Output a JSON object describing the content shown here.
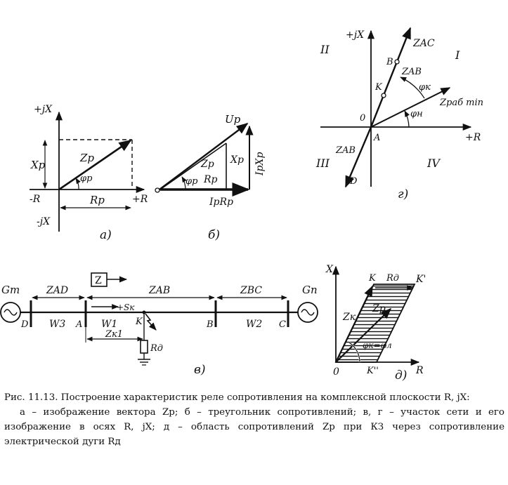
{
  "caption": {
    "line1": "Рис. 11.13. Построение характеристик реле сопротивления на комплексной плоскости R, jX:",
    "line2": "а – изображение вектора Zр; б – треугольник сопротивлений; в, г – участок сети и его изображение в осях R, jX; д – область сопротивлений Zр при КЗ через сопротивление электрической дуги Rд"
  },
  "panel_a": {
    "label": "а)",
    "axis_y_pos": "+jX",
    "axis_y_neg": "-jX",
    "axis_x_pos": "+R",
    "axis_x_neg": "-R",
    "vector": "Zр",
    "angle": "φр",
    "reactance": "Xр",
    "resistance": "Rр"
  },
  "panel_b": {
    "label": "б)",
    "voltage": "Uр",
    "ix": "IрXр",
    "ir": "IрRр",
    "z": "Zр",
    "x": "Xр",
    "r": "Rр",
    "angle": "φр"
  },
  "panel_v": {
    "label": "в)",
    "gen_left": "Gm",
    "gen_right": "Gn",
    "relay": "Z",
    "z_ad": "ZAD",
    "z_ab": "ZAB",
    "z_bc": "ZBC",
    "node_d": "D",
    "node_a": "A",
    "node_k": "K",
    "node_b": "B",
    "node_c": "C",
    "w3": "W3",
    "w1": "W1",
    "w2": "W2",
    "zk1": "Zк1",
    "sk": "+Sк",
    "rd": "Rд"
  },
  "panel_g": {
    "label": "г)",
    "axis_y": "+jX",
    "axis_x": "+R",
    "quad_1": "I",
    "quad_2": "II",
    "quad_3": "III",
    "quad_4": "IV",
    "z_ac": "ZAC",
    "z_ab_up": "ZAB",
    "z_ab_down": "ZAB",
    "phi_k": "φк",
    "phi_n": "φн",
    "z_load": "Zраб min",
    "pt_b": "B",
    "pt_k": "K",
    "pt_o": "0",
    "pt_a": "A",
    "pt_d": "D"
  },
  "panel_d": {
    "label": "д)",
    "axis_x": "X",
    "axis_r": "R",
    "origin": "0",
    "pt_k": "K",
    "pt_k1": "K'",
    "pt_k2": "K''",
    "rd": "Rд",
    "zk": "Zк",
    "zp": "Zр",
    "angle": "φк=φл"
  }
}
